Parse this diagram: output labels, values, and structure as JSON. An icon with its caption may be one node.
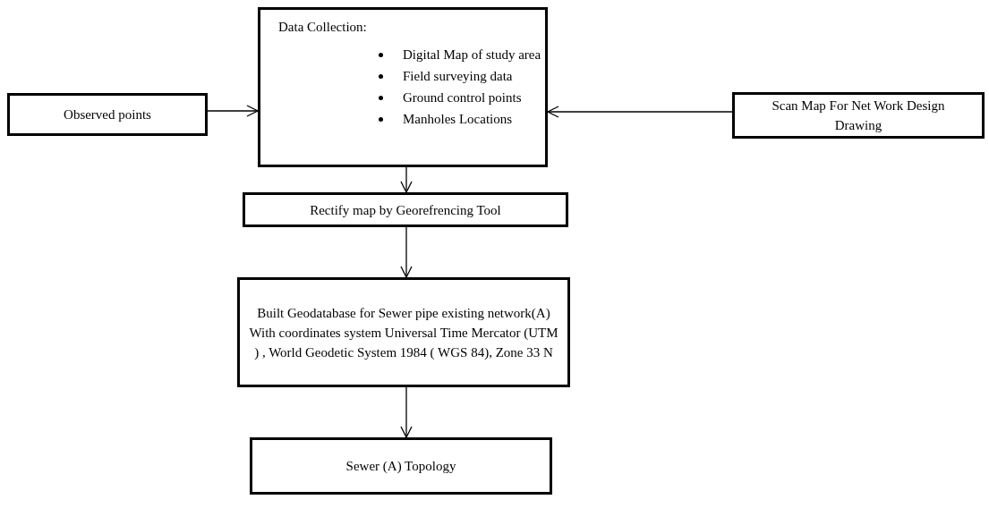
{
  "diagram": {
    "nodes": [
      {
        "text": [
          "Data Collection:",
          "Digital Map of study area",
          "Field surveying data",
          "Ground control points",
          "Manholes Locations"
        ]
      },
      {
        "text": [
          "Observed points"
        ]
      },
      {
        "text": [
          "Scan Map For Net Work Design Drawing"
        ]
      },
      {
        "text": [
          "Rectify map by Georefrencing Tool"
        ]
      },
      {
        "text": [
          "Built Geodatabase for Sewer pipe existing network(A) With coordinates system Universal Time Mercator (UTM ) , World Geodetic System 1984 ( WGS 84), Zone 33 N"
        ]
      },
      {
        "text": [
          "Sewer (A) Topology"
        ]
      }
    ],
    "edges": [
      {
        "from": 1,
        "to": 0,
        "arrow": "to"
      },
      {
        "from": 2,
        "to": 0,
        "arrow": "to"
      },
      {
        "from": 0,
        "to": 3,
        "arrow": "to"
      },
      {
        "from": 3,
        "to": 4,
        "arrow": "to"
      },
      {
        "from": 4,
        "to": 5,
        "arrow": "to"
      }
    ]
  }
}
